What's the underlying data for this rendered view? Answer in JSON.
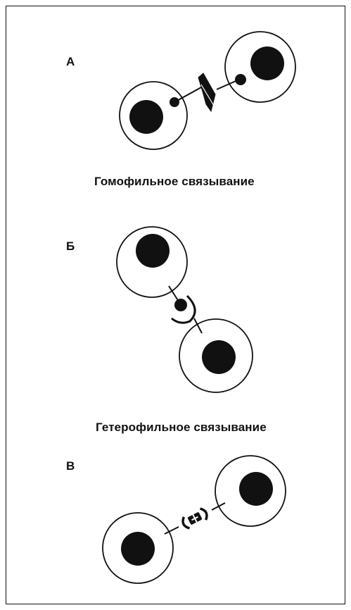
{
  "panels": {
    "a": {
      "letter": "A",
      "caption": "Гомофильное связывание"
    },
    "b": {
      "letter": "Б",
      "caption": "Гетерофильное связывание"
    },
    "c": {
      "letter": "В"
    }
  },
  "colors": {
    "ink": "#111111",
    "background": "#ffffff"
  }
}
